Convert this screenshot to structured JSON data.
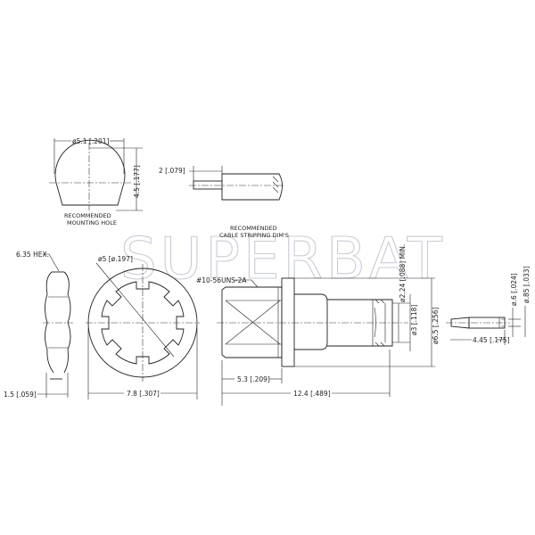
{
  "watermark": "SUPERBAT",
  "mounting_hole": {
    "diameter": "ø5.1 [.201]",
    "flat": "4.5 [.177]",
    "caption_line1": "RECOMMENDED",
    "caption_line2": "MOUNTING HOLE"
  },
  "cable_stripping": {
    "length": "2 [.079]",
    "caption_line1": "RECOMMENDED",
    "caption_line2": "CABLE STRIPPING DIM'S"
  },
  "hex_nut": {
    "hex": "6.35 HEX.",
    "thickness": "1.5 [.059]"
  },
  "lock_washer": {
    "inner_diameter": "ø5 [ø.197]",
    "outer_diameter": "7.8 [.307]"
  },
  "connector_body": {
    "thread": "#10-56UNS-2A",
    "thread_length": "5.3 [.209]",
    "overall_length": "12.4 [.489]",
    "bore_min": "ø2.24 [.088] MIN.",
    "bore": "ø3 [.118]",
    "flange_diameter": "ø6.5 [.256]"
  },
  "contact_pin": {
    "length": "4.45 [.175]",
    "tip_diameter": "ø.6 [.024]",
    "body_diameter": "ø.85 [.033]"
  }
}
